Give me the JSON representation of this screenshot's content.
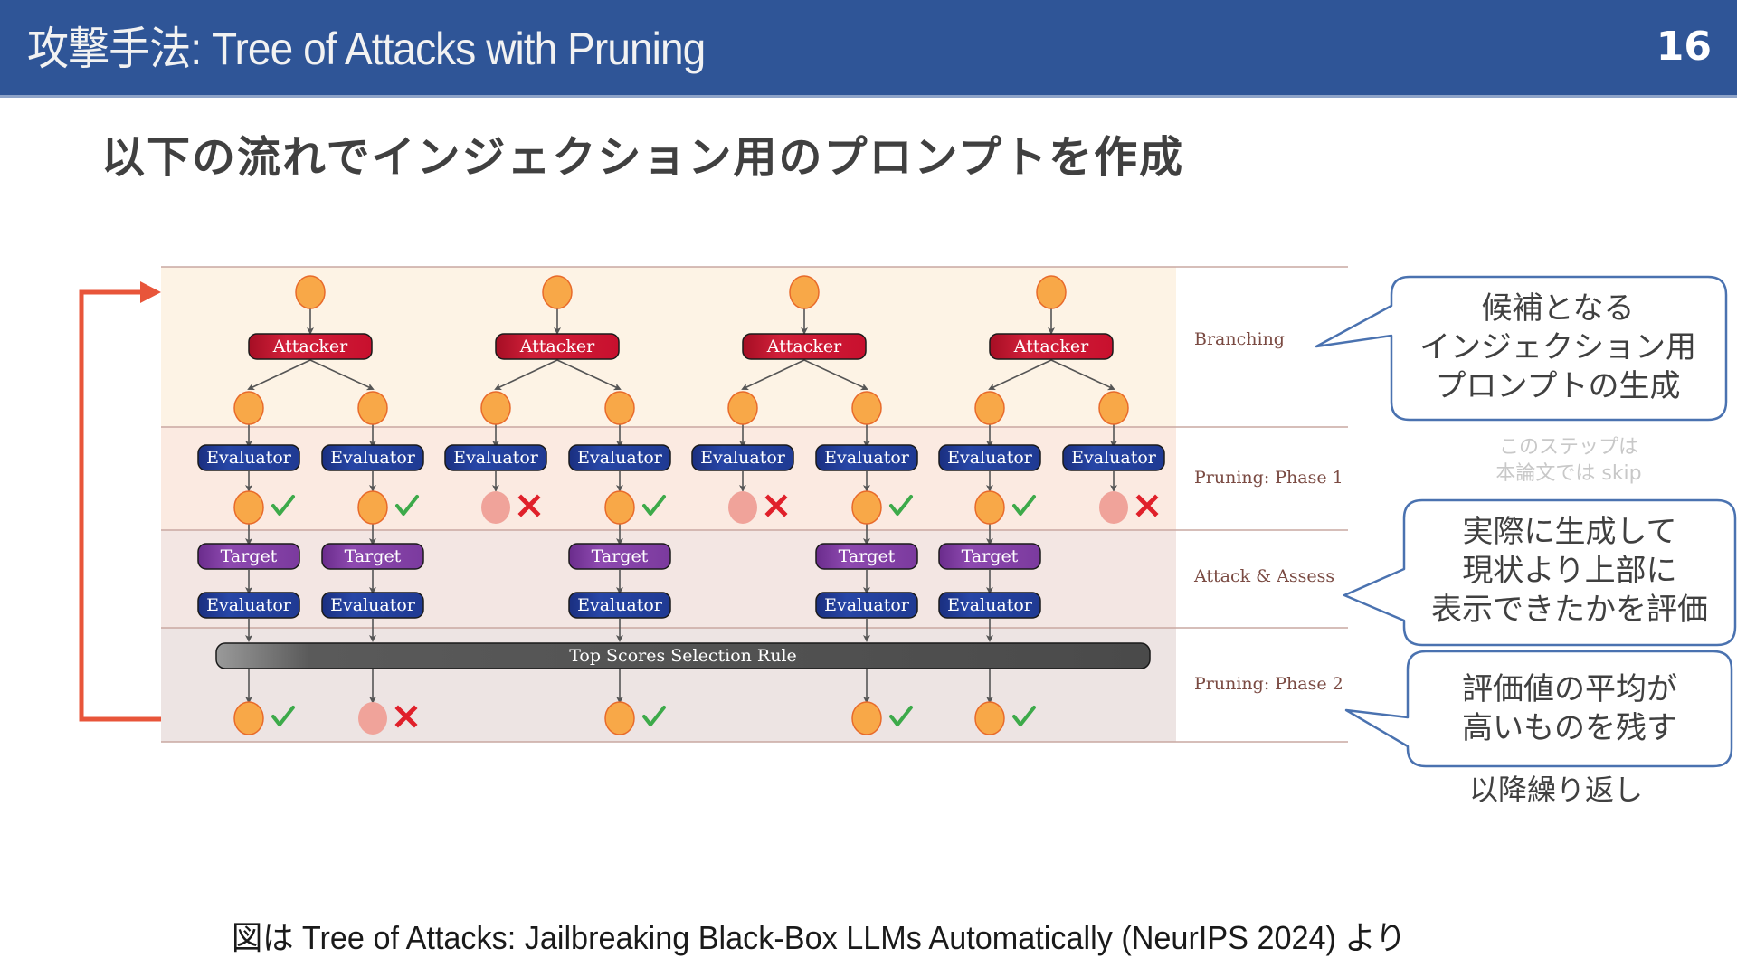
{
  "header": {
    "title": "攻撃手法: Tree of Attacks with Pruning",
    "page_number": "16"
  },
  "subtitle": "以下の流れでインジェクション用のプロンプトを作成",
  "diagram": {
    "stages": [
      {
        "id": "branching",
        "label": "Branching",
        "color": "#FDF3E5"
      },
      {
        "id": "phase1",
        "label": "Pruning: Phase 1",
        "color": "#FBEAE1"
      },
      {
        "id": "attack",
        "label": "Attack & Assess",
        "color": "#F3E6E3"
      },
      {
        "id": "phase2",
        "label": "Pruning: Phase 2",
        "color": "#EDE4E3"
      }
    ],
    "attacker_label": "Attacker",
    "evaluator_label": "Evaluator",
    "target_label": "Target",
    "selection_rule_label": "Top Scores Selection Rule",
    "attacker_count": 4,
    "branches": [
      {
        "phase1_pass": true,
        "phase2": "pass"
      },
      {
        "phase1_pass": true,
        "phase2": "fail"
      },
      {
        "phase1_pass": false,
        "phase2": null
      },
      {
        "phase1_pass": true,
        "phase2": "pass"
      },
      {
        "phase1_pass": false,
        "phase2": null
      },
      {
        "phase1_pass": true,
        "phase2": "pass"
      },
      {
        "phase1_pass": true,
        "phase2": "pass"
      },
      {
        "phase1_pass": false,
        "phase2": null
      }
    ],
    "colors": {
      "attacker": "#C8102E",
      "evaluator": "#1F3A93",
      "target": "#7B3A9E",
      "node_active": "#F8A848",
      "node_pruned": "#F0A39A",
      "check": "#3DAA4A",
      "cross": "#E0202A",
      "loop_arrow": "#E8553A",
      "callout_border": "#4A72B0"
    }
  },
  "callouts": [
    {
      "id": "branching",
      "lines": [
        "候補となる",
        "インジェクション用",
        "プロンプトの生成"
      ]
    },
    {
      "id": "attack",
      "lines": [
        "実際に生成して",
        "現状より上部に",
        "表示できたかを評価"
      ]
    },
    {
      "id": "phase2",
      "lines": [
        "評価値の平均が",
        "高いものを残す"
      ]
    }
  ],
  "skip_note": [
    "このステップは",
    "本論文では skip"
  ],
  "repeat_note": "以降繰り返し",
  "caption": "図は Tree of Attacks: Jailbreaking Black-Box LLMs Automatically (NeurIPS 2024) より"
}
